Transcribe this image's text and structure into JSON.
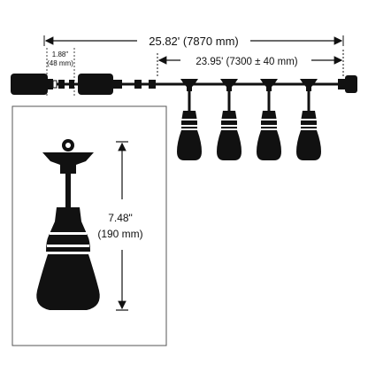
{
  "dimensions": {
    "total_length": "25.82' (7870 mm)",
    "plug_gap": "1.88\"",
    "plug_gap_mm": "(48 mm)",
    "bulb_section_length": "23.95' (7300 ± 40 mm)",
    "pendant_height": "7.48\"",
    "pendant_height_mm": "(190 mm)"
  },
  "colors": {
    "ink": "#111111",
    "background": "#ffffff",
    "inset_border": "#555555"
  },
  "bulb_count": 4
}
